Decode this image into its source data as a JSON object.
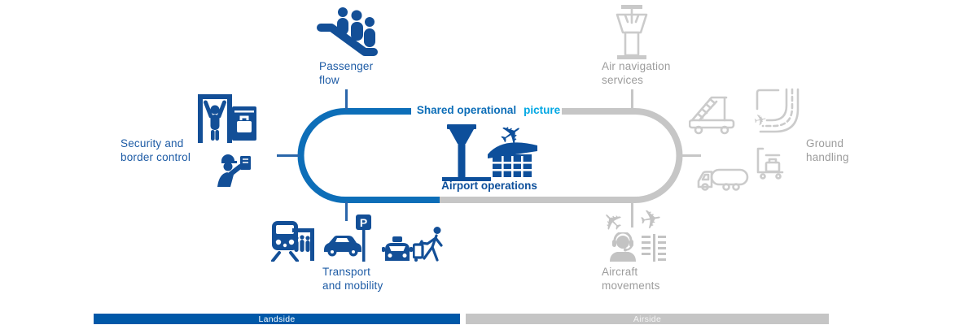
{
  "diagram": {
    "center": {
      "ring_label_part1": "Shared operational",
      "ring_label_part2": "picture",
      "label": "Airport operations"
    },
    "landside": {
      "bar_label": "Landside",
      "nodes": [
        {
          "name": "passenger-flow",
          "label_lines": [
            "Passenger",
            "flow"
          ]
        },
        {
          "name": "security-border-control",
          "label_lines": [
            "Security and",
            "border control"
          ]
        },
        {
          "name": "transport-mobility",
          "label_lines": [
            "Transport",
            "and mobility"
          ]
        }
      ]
    },
    "airside": {
      "bar_label": "Airside",
      "nodes": [
        {
          "name": "air-navigation-services",
          "label_lines": [
            "Air navigation",
            "services"
          ]
        },
        {
          "name": "ground-handling",
          "label_lines": [
            "Ground",
            "handling"
          ]
        },
        {
          "name": "aircraft-movements",
          "label_lines": [
            "Aircraft",
            "movements"
          ]
        }
      ]
    },
    "colors": {
      "blue_icon": "#134f97",
      "blue_label": "#1d5ba5",
      "blue_track": "#0d6eb8",
      "blue_center_icon": "#0d4f9b",
      "cyan_accent": "#00a7e3",
      "gray_track": "#c6c6c6",
      "gray_icon": "#c4c4c4",
      "gray_label": "#9c9c9c",
      "landside_bar": "#0058a8",
      "airside_bar": "#c5c5c5"
    }
  },
  "icons": {
    "plane_glyph": "✈",
    "parking_letter": "P"
  }
}
